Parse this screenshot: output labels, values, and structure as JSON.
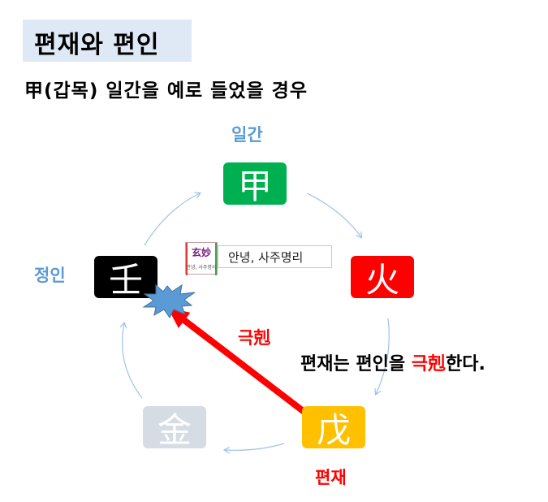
{
  "title": "편재와 편인",
  "subtitle": "甲(갑목) 일간을 예로 들었을 경우",
  "labels": {
    "ilgan": "일간",
    "jeongin": "정인",
    "pyeonjae": "편재",
    "geukgeuk": "극剋"
  },
  "nodes": {
    "gap": {
      "char": "甲",
      "color": "#00b050"
    },
    "hwa": {
      "char": "火",
      "color": "#ff0000"
    },
    "mu": {
      "char": "戊",
      "color": "#ffc000"
    },
    "geum": {
      "char": "金",
      "color": "#d6dce4"
    },
    "im": {
      "char": "壬",
      "color": "#000000"
    }
  },
  "sentence": {
    "part1": "편재는 편인을 ",
    "highlight": "극剋",
    "part2": "한다."
  },
  "brand": {
    "logo_chars": "玄妙",
    "logo_small": "안녕, 사주명리",
    "text": "안녕, 사주명리"
  },
  "colors": {
    "label_blue": "#5b9bd5",
    "accent_red": "#ff0000",
    "burst_blue": "#5b9bd5"
  }
}
